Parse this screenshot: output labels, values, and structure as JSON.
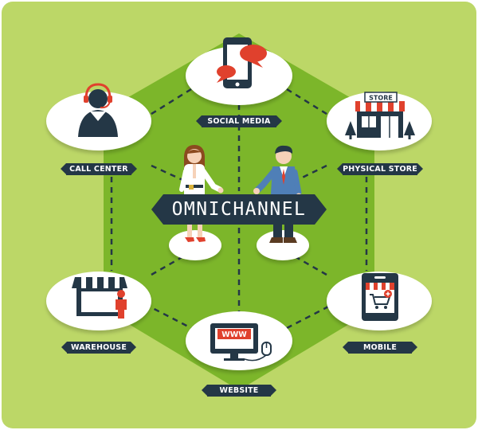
{
  "diagram": {
    "center_label": "OMNICHANNEL",
    "channels": {
      "social_media": "SOCIAL MEDIA",
      "call_center": "CALL CENTER",
      "physical_store": "PHYSICAL STORE",
      "warehouse": "WAREHOUSE",
      "mobile": "MOBILE",
      "website": "WEBSITE"
    },
    "icon_text": {
      "store_sign": "STORE",
      "www": "WWW"
    },
    "colors": {
      "background": "#bcd767",
      "hexagon": "#7cb62a",
      "navy": "#243746",
      "red": "#e0412d",
      "pad": "#ffffff"
    },
    "icons": [
      "smartphone-chat-icon",
      "headset-agent-icon",
      "storefront-icon",
      "warehouse-worker-icon",
      "mobile-shop-cart-icon",
      "website-monitor-icon",
      "businesswoman-figure",
      "businessman-figure"
    ]
  }
}
